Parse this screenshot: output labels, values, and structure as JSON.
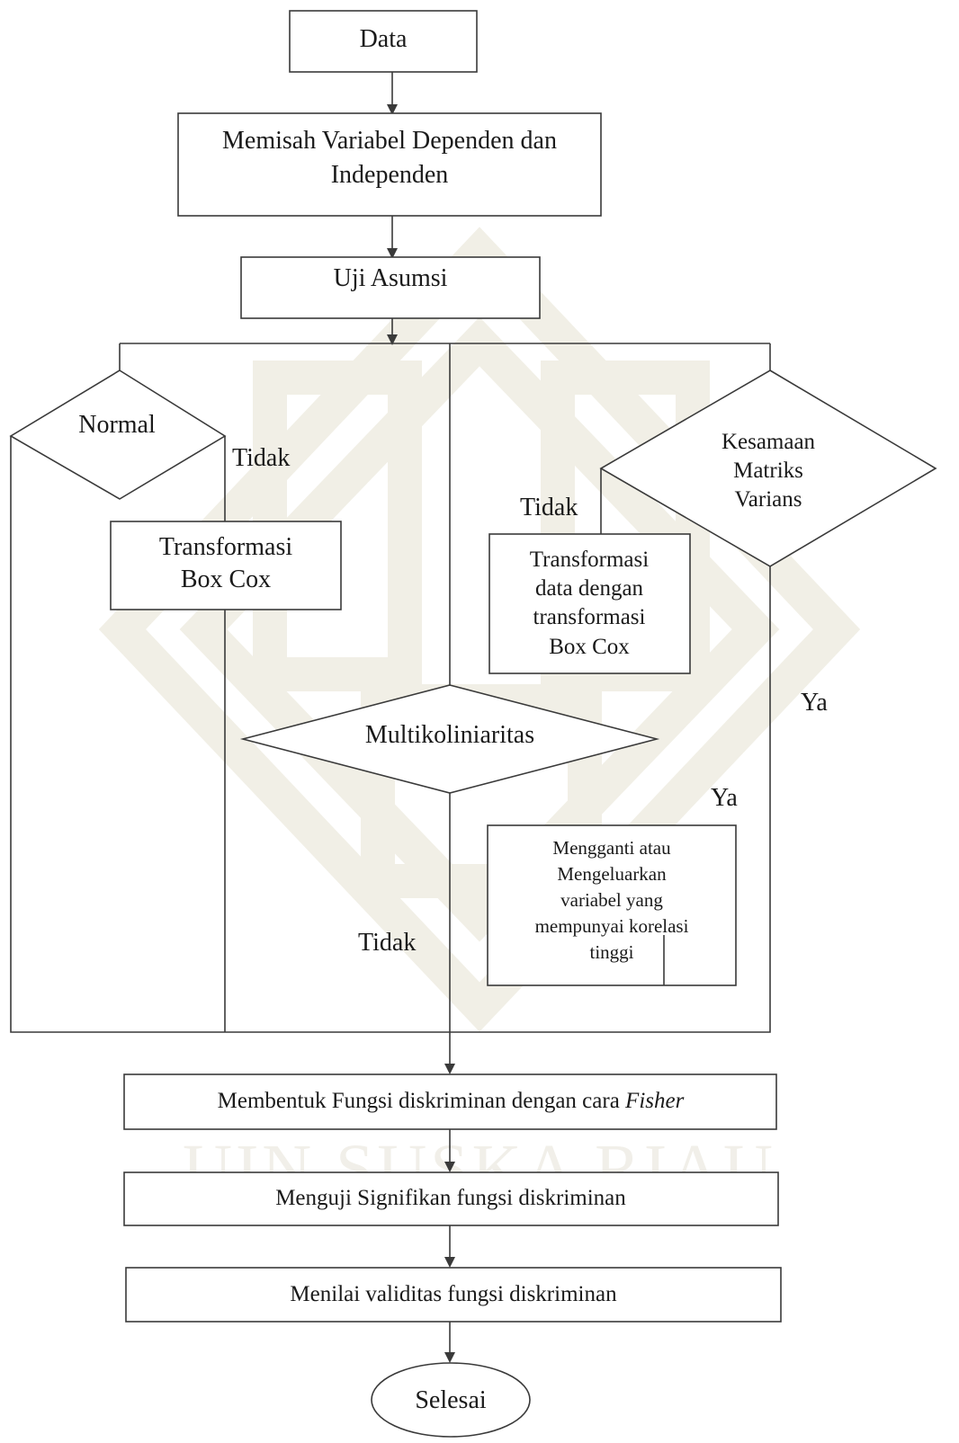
{
  "watermark": {
    "text": "UIN SUSKA RIAU",
    "color": "#f1efe9"
  },
  "nodes": {
    "data": "Data",
    "memisah": [
      "Memisah Variabel Dependen dan",
      "Independen"
    ],
    "uji_asumsi": "Uji Asumsi",
    "normal": "Normal",
    "transformasi_box_cox": [
      "Transformasi",
      "Box Cox"
    ],
    "kesamaan": [
      "Kesamaan",
      "Matriks",
      "Varians"
    ],
    "transformasi_data": [
      "Transformasi",
      "data dengan",
      "transformasi",
      "Box Cox"
    ],
    "multikoliniaritas": "Multikoliniaritas",
    "mengganti": [
      "Mengganti atau",
      "Mengeluarkan",
      "variabel yang",
      "mempunyai korelasi",
      "tinggi"
    ],
    "membentuk": {
      "text": "Membentuk  Fungsi diskriminan dengan cara ",
      "italic": "Fisher"
    },
    "menguji": "Menguji Signifikan fungsi diskriminan",
    "menilai": "Menilai validitas fungsi diskriminan",
    "selesai": "Selesai"
  },
  "edge_labels": {
    "normal_tidak": "Tidak",
    "kesamaan_tidak": "Tidak",
    "kesamaan_ya": "Ya",
    "multi_ya": "Ya",
    "multi_tidak": "Tidak"
  }
}
